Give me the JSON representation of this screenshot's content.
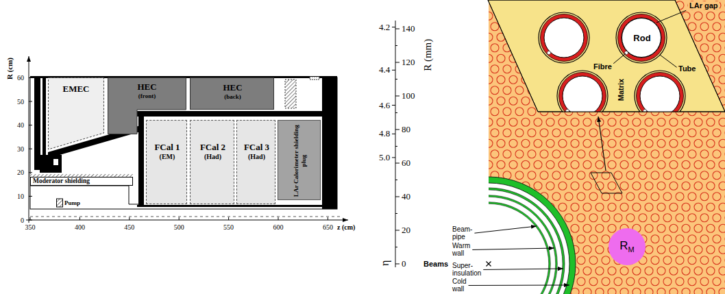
{
  "diagram": {
    "nodes": [
      {
        "text": [
          "EMEC"
        ]
      },
      {
        "text": [
          "HEC",
          "(front)"
        ]
      },
      {
        "text": [
          "HEC",
          "(back)"
        ]
      },
      {
        "text": [
          "FCal 1",
          "(EM)"
        ]
      },
      {
        "text": [
          "FCal 2",
          "(Had)"
        ]
      },
      {
        "text": [
          "FCal 3",
          "(Had)"
        ]
      },
      {
        "text": [
          "LAr Calorimeter shielding plug"
        ]
      },
      {
        "text": [
          "Moderator shielding"
        ]
      },
      {
        "text": [
          "Pump"
        ]
      },
      {
        "text": [
          "Rod"
        ]
      },
      {
        "text": [
          "R",
          "M"
        ]
      }
    ],
    "labels": [
      "R (cm)",
      "0",
      "10",
      "20",
      "30",
      "40",
      "50",
      "60",
      "350",
      "400",
      "450",
      "500",
      "550",
      "600",
      "650",
      "z (cm)",
      "4.2",
      "4.4",
      "4.6",
      "4.8",
      "5.0",
      "140",
      "120",
      "100",
      "80",
      "60",
      "40",
      "20",
      "0",
      "R (mm)",
      "η",
      "Beams",
      "Beam- pipe",
      "Warm wall",
      "Super- insulation",
      "Cold wall",
      "LAr gap",
      "Fibre",
      "Tube",
      "Matrix"
    ]
  }
}
